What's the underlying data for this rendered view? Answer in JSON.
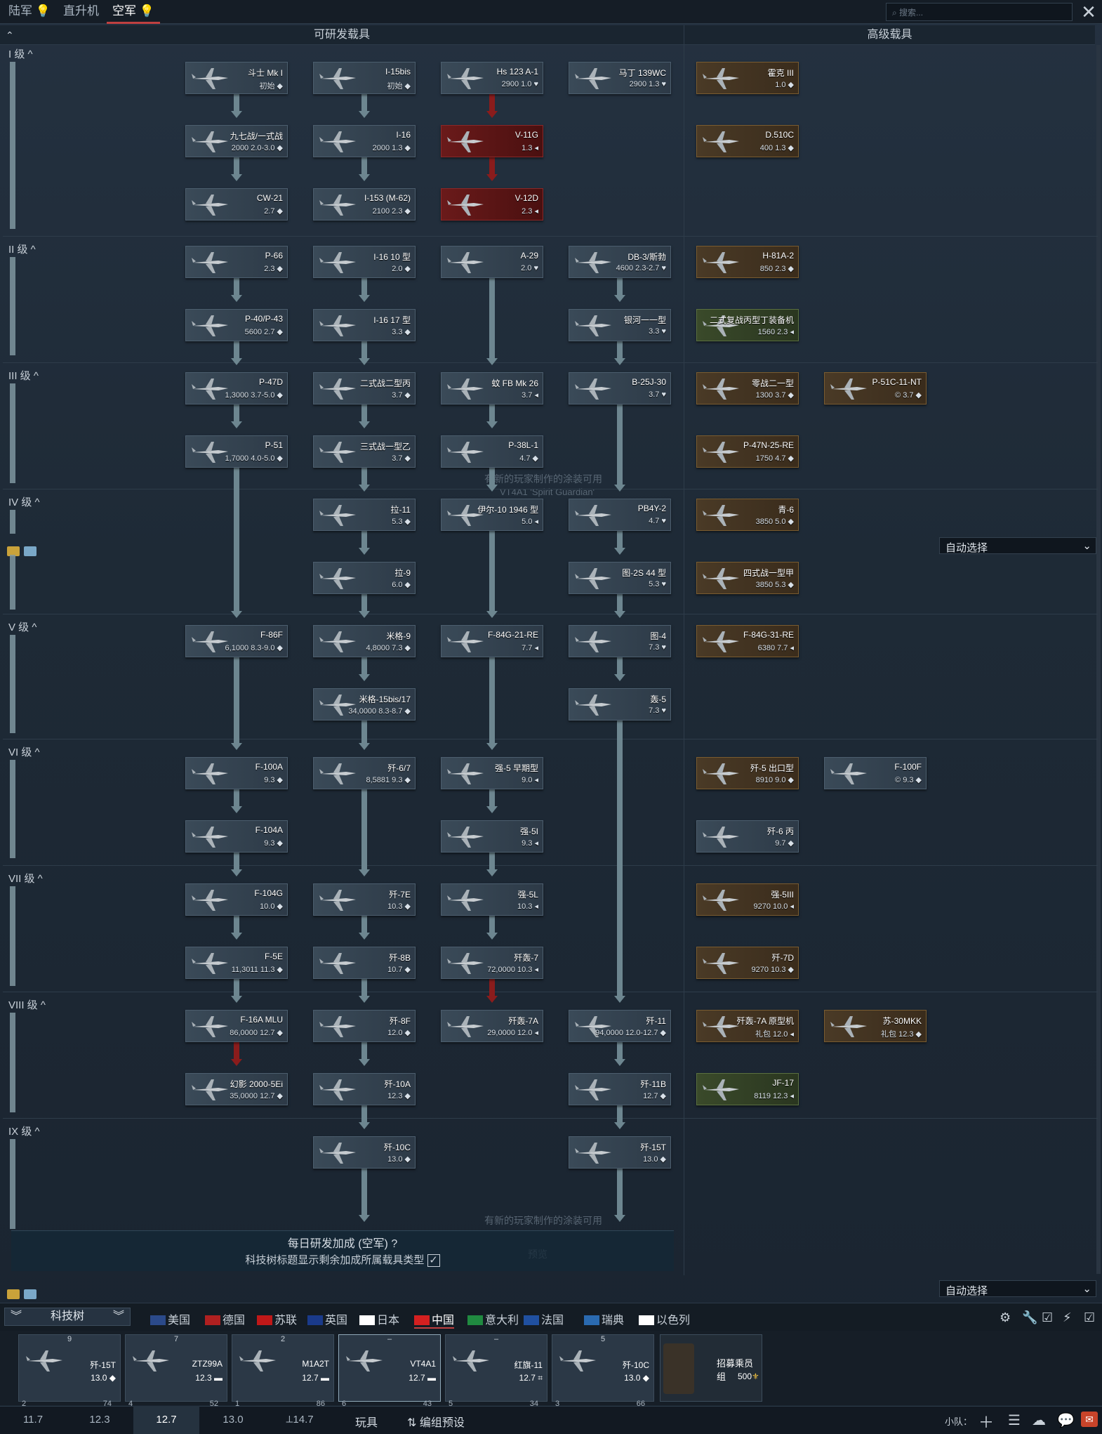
{
  "tabs": {
    "ground": "陆军",
    "heli": "直升机",
    "air": "空军"
  },
  "search": {
    "placeholder": "⌕ 搜索..."
  },
  "columns": {
    "research": "可研发载具",
    "premium": "高级载具"
  },
  "ranks": [
    "I 级 ^",
    "II 级 ^",
    "III 级 ^",
    "IV 级 ^",
    "V 级 ^",
    "VI 级 ^",
    "VII 级 ^",
    "VIII 级 ^",
    "IX 级 ^"
  ],
  "autoSelect": "自动选择",
  "vehicles": [
    {
      "name": "斗士 Mk I",
      "val": "初始 ◆",
      "type": "n"
    },
    {
      "name": "I-15bis",
      "val": "初始 ◆",
      "type": "n"
    },
    {
      "name": "Hs 123 A-1",
      "val": "2900 1.0 ♥",
      "type": "n"
    },
    {
      "name": "马丁 139WC",
      "val": "2900 1.3 ♥",
      "type": "n"
    },
    {
      "name": "霍克 III",
      "val": "1.0 ◆",
      "type": "p"
    },
    {
      "name": "九七战/一式战",
      "val": "2000 2.0-3.0 ◆",
      "type": "n"
    },
    {
      "name": "I-16",
      "val": "2000 1.3 ◆",
      "type": "n"
    },
    {
      "name": "V-11G",
      "val": "1.3 ◂",
      "type": "r"
    },
    {
      "name": "D.510C",
      "val": "400 1.3 ◆",
      "type": "p"
    },
    {
      "name": "CW-21",
      "val": "2.7 ◆",
      "type": "n"
    },
    {
      "name": "I-153 (M-62)",
      "val": "2100 2.3 ◆",
      "type": "n"
    },
    {
      "name": "V-12D",
      "val": "2.3 ◂",
      "type": "r"
    },
    {
      "name": "P-66",
      "val": "2.3 ◆",
      "type": "n"
    },
    {
      "name": "I-16 10 型",
      "val": "2.0 ◆",
      "type": "n"
    },
    {
      "name": "A-29",
      "val": "2.0 ♥",
      "type": "n"
    },
    {
      "name": "DB-3/斯勃",
      "val": "4600 2.3-2.7 ♥",
      "type": "n"
    },
    {
      "name": "H-81A-2",
      "val": "850 2.3 ◆",
      "type": "p"
    },
    {
      "name": "P-40/P-43",
      "val": "5600 2.7 ◆",
      "type": "n"
    },
    {
      "name": "I-16 17 型",
      "val": "3.3 ◆",
      "type": "n"
    },
    {
      "name": "银河一一型",
      "val": "3.3 ♥",
      "type": "n"
    },
    {
      "name": "二式复战丙型丁装备机",
      "val": "1560 2.3 ◂",
      "type": "g"
    },
    {
      "name": "P-47D",
      "val": "1,3000 3.7-5.0 ◆",
      "type": "n"
    },
    {
      "name": "二式战二型丙",
      "val": "3.7 ◆",
      "type": "n"
    },
    {
      "name": "蚊 FB Mk 26",
      "val": "3.7 ◂",
      "type": "n"
    },
    {
      "name": "B-25J-30",
      "val": "3.7 ♥",
      "type": "n"
    },
    {
      "name": "零战二一型",
      "val": "1300 3.7 ◆",
      "type": "p"
    },
    {
      "name": "P-51C-11-NT",
      "val": "© 3.7 ◆",
      "type": "p"
    },
    {
      "name": "P-51",
      "val": "1,7000 4.0-5.0 ◆",
      "type": "n"
    },
    {
      "name": "三式战一型乙",
      "val": "3.7 ◆",
      "type": "n"
    },
    {
      "name": "P-38L-1",
      "val": "4.7 ◆",
      "type": "n"
    },
    {
      "name": "P-47N-25-RE",
      "val": "1750 4.7 ◆",
      "type": "p"
    },
    {
      "name": "拉-11",
      "val": "5.3 ◆",
      "type": "n"
    },
    {
      "name": "伊尔-10 1946 型",
      "val": "5.0 ◂",
      "type": "n"
    },
    {
      "name": "PB4Y-2",
      "val": "4.7 ♥",
      "type": "n"
    },
    {
      "name": "青-6",
      "val": "3850 5.0 ◆",
      "type": "p"
    },
    {
      "name": "拉-9",
      "val": "6.0 ◆",
      "type": "n"
    },
    {
      "name": "图-2S 44 型",
      "val": "5.3 ♥",
      "type": "n"
    },
    {
      "name": "四式战一型甲",
      "val": "3850 5.3 ◆",
      "type": "p"
    },
    {
      "name": "F-86F",
      "val": "6,1000 8.3-9.0 ◆",
      "type": "n"
    },
    {
      "name": "米格-9",
      "val": "4,8000 7.3 ◆",
      "type": "n"
    },
    {
      "name": "F-84G-21-RE",
      "val": "7.7 ◂",
      "type": "n"
    },
    {
      "name": "图-4",
      "val": "7.3 ♥",
      "type": "n"
    },
    {
      "name": "F-84G-31-RE",
      "val": "6380 7.7 ◂",
      "type": "p"
    },
    {
      "name": "米格-15bis/17",
      "val": "34,0000 8.3-8.7 ◆",
      "type": "n"
    },
    {
      "name": "轰-5",
      "val": "7.3 ♥",
      "type": "n"
    },
    {
      "name": "F-100A",
      "val": "9.3 ◆",
      "type": "n"
    },
    {
      "name": "歼-6/7",
      "val": "8,5881 9.3 ◆",
      "type": "n"
    },
    {
      "name": "强-5 早期型",
      "val": "9.0 ◂",
      "type": "n"
    },
    {
      "name": "歼-5 出口型",
      "val": "8910 9.0 ◆",
      "type": "p"
    },
    {
      "name": "F-100F",
      "val": "© 9.3 ◆",
      "type": "n"
    },
    {
      "name": "F-104A",
      "val": "9.3 ◆",
      "type": "n"
    },
    {
      "name": "强-5I",
      "val": "9.3 ◂",
      "type": "n"
    },
    {
      "name": "歼-6 丙",
      "val": "9.7 ◆",
      "type": "n"
    },
    {
      "name": "F-104G",
      "val": "10.0 ◆",
      "type": "n"
    },
    {
      "name": "歼-7E",
      "val": "10.3 ◆",
      "type": "n"
    },
    {
      "name": "强-5L",
      "val": "10.3 ◂",
      "type": "n"
    },
    {
      "name": "强-5III",
      "val": "9270 10.0 ◂",
      "type": "p"
    },
    {
      "name": "F-5E",
      "val": "11,3011 11.3 ◆",
      "type": "n"
    },
    {
      "name": "歼-8B",
      "val": "10.7 ◆",
      "type": "n"
    },
    {
      "name": "歼轰-7",
      "val": "72,0000 10.3 ◂",
      "type": "n"
    },
    {
      "name": "歼-7D",
      "val": "9270 10.3 ◆",
      "type": "p"
    },
    {
      "name": "F-16A MLU",
      "val": "86,0000 12.7 ◆",
      "type": "n"
    },
    {
      "name": "歼-8F",
      "val": "12.0 ◆",
      "type": "n"
    },
    {
      "name": "歼轰-7A",
      "val": "29,0000 12.0 ◂",
      "type": "n"
    },
    {
      "name": "歼-11",
      "val": "94,0000 12.0-12.7 ◆",
      "type": "n"
    },
    {
      "name": "歼轰-7A 原型机",
      "val": "礼包 12.0 ◂",
      "type": "p"
    },
    {
      "name": "苏-30MKK",
      "val": "礼包 12.3 ◆",
      "type": "p"
    },
    {
      "name": "幻影 2000-5Ei",
      "val": "35,0000 12.7 ◆",
      "type": "n"
    },
    {
      "name": "歼-10A",
      "val": "12.3 ◆",
      "type": "n"
    },
    {
      "name": "歼-11B",
      "val": "12.7 ◆",
      "type": "n"
    },
    {
      "name": "JF-17",
      "val": "8119 12.3 ◂",
      "type": "g"
    },
    {
      "name": "歼-10C",
      "val": "13.0 ◆",
      "type": "n"
    },
    {
      "name": "歼-15T",
      "val": "13.0 ◆",
      "type": "n"
    }
  ],
  "notes": {
    "skin1a": "有新的玩家制作的涂装可用",
    "skin1b": "VT4A1 'Spirit Guardian'",
    "skin2": "有新的玩家制作的涂装可用",
    "skinView": "预览"
  },
  "bonus": {
    "title": "每日研发加成 (空军) ?",
    "desc": "科技树标题显示剩余加成所属载具类型"
  },
  "techTree": "科技树",
  "nations": [
    "美国",
    "德国",
    "苏联",
    "英国",
    "日本",
    "中国",
    "意大利",
    "法国",
    "瑞典",
    "以色列"
  ],
  "slots": [
    {
      "name": "歼-15T",
      "br": "13.0 ◆",
      "count": "9",
      "crew": "2",
      "stat": "74"
    },
    {
      "name": "ZTZ99A",
      "br": "12.3 ▬",
      "count": "7",
      "crew": "4",
      "stat": "52"
    },
    {
      "name": "M1A2T",
      "br": "12.7 ▬",
      "count": "2",
      "crew": "1",
      "stat": "86"
    },
    {
      "name": "VT4A1",
      "br": "12.7 ▬",
      "count": "–",
      "crew": "6",
      "stat": "43"
    },
    {
      "name": "红旗-11",
      "br": "12.7 ⌗",
      "count": "–",
      "crew": "5",
      "stat": "34"
    },
    {
      "name": "歼-10C",
      "br": "13.0 ◆",
      "count": "5",
      "crew": "3",
      "stat": "66"
    }
  ],
  "recruit": {
    "label": "招募乘员组",
    "cost": "500"
  },
  "brs": [
    "11.7",
    "12.3",
    "12.7",
    "13.0",
    "⟂14.7"
  ],
  "bottom": {
    "toys": "玩具",
    "presets": "⇅ 编组预设",
    "squad": "小队："
  }
}
